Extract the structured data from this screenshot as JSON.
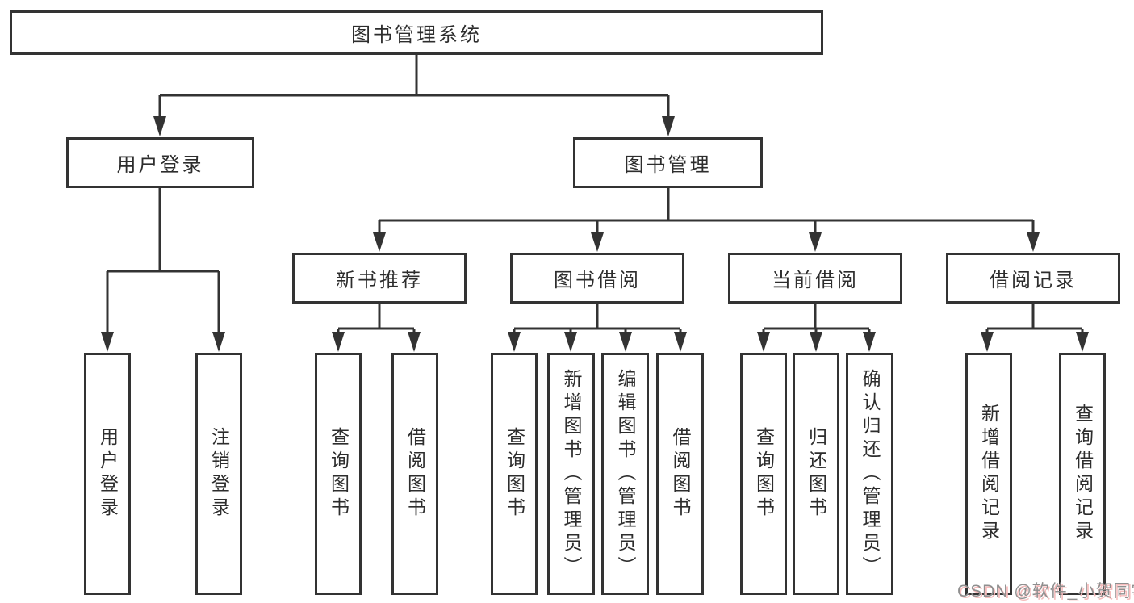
{
  "colors": {
    "line": "#333333",
    "box_border": "#333333",
    "text": "#2d2d2d",
    "background": "#ffffff",
    "watermark_text": "#8f8f8f",
    "watermark_shadow": "#f6bcbc"
  },
  "diagram": {
    "title": "图书管理系统",
    "level2": {
      "user_login": "用户登录",
      "book_mgmt": "图书管理"
    },
    "level3": {
      "new_books": "新书推荐",
      "book_borrow": "图书借阅",
      "current_borrow": "当前借阅",
      "borrow_records": "借阅记录"
    },
    "leaves": {
      "user_login": "用户登录",
      "logout": "注销登录",
      "nb_query": "查询图书",
      "nb_borrow": "借阅图书",
      "bb_query": "查询图书",
      "bb_add": "新增图书（管理员）",
      "bb_edit": "编辑图书（管理员）",
      "bb_borrow": "借阅图书",
      "cb_query": "查询图书",
      "cb_return": "归还图书",
      "cb_confirm": "确认归还（管理员）",
      "br_add": "新增借阅记录",
      "br_query": "查询借阅记录"
    }
  },
  "watermark": "CSDN @软件_小贺同学"
}
